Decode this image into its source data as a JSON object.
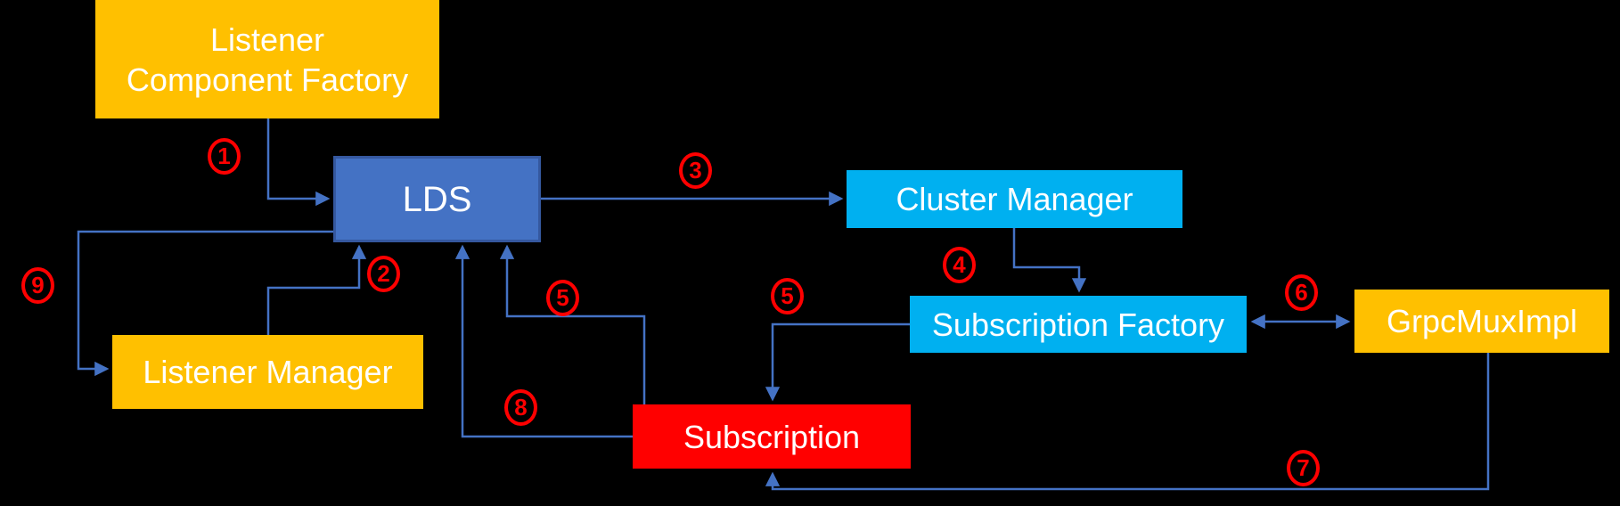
{
  "diagram": {
    "description": "LDS component interaction diagram with numbered steps",
    "colors": {
      "background": "#000000",
      "connector": "#4472C4",
      "badge": "#FF0000",
      "node_text": "#FFFFFF",
      "yellow_node": "#FFC000",
      "cyan_node": "#00B0F0",
      "red_node": "#FF0000",
      "blue_node": "#4472C4",
      "blue_node_border": "#35589F"
    }
  },
  "nodes": {
    "listener_component_factory": {
      "line1": "Listener",
      "line2": "Component Factory",
      "color": "#FFC000"
    },
    "lds": {
      "label": "LDS",
      "color": "#4472C4"
    },
    "cluster_manager": {
      "label": "Cluster Manager",
      "color": "#00B0F0"
    },
    "subscription_factory": {
      "label": "Subscription Factory",
      "color": "#00B0F0"
    },
    "grpc_mux_impl": {
      "label": "GrpcMuxImpl",
      "color": "#FFC000"
    },
    "listener_manager": {
      "label": "Listener Manager",
      "color": "#FFC000"
    },
    "subscription": {
      "label": "Subscription",
      "color": "#FF0000"
    }
  },
  "step_badges": [
    "1",
    "2",
    "3",
    "4",
    "5",
    "5",
    "6",
    "7",
    "8",
    "9"
  ],
  "edges": [
    {
      "step": "1",
      "from": "Listener Component Factory",
      "to": "LDS",
      "bidirectional": false
    },
    {
      "step": "2",
      "from": "Listener Manager",
      "to": "LDS",
      "bidirectional": false
    },
    {
      "step": "3",
      "from": "LDS",
      "to": "Cluster Manager",
      "bidirectional": false
    },
    {
      "step": "4",
      "from": "Cluster Manager",
      "to": "Subscription Factory",
      "bidirectional": false
    },
    {
      "step": "5",
      "from": "Subscription",
      "to": "LDS",
      "bidirectional": false
    },
    {
      "step": "5",
      "from": "Subscription Factory",
      "to": "Subscription",
      "bidirectional": false
    },
    {
      "step": "6",
      "from": "Subscription Factory",
      "to": "GrpcMuxImpl",
      "bidirectional": true
    },
    {
      "step": "7",
      "from": "GrpcMuxImpl",
      "to": "Subscription",
      "bidirectional": false
    },
    {
      "step": "8",
      "from": "Subscription",
      "to": "LDS",
      "bidirectional": false
    },
    {
      "step": "9",
      "from": "LDS",
      "to": "Listener Manager",
      "bidirectional": false
    }
  ]
}
